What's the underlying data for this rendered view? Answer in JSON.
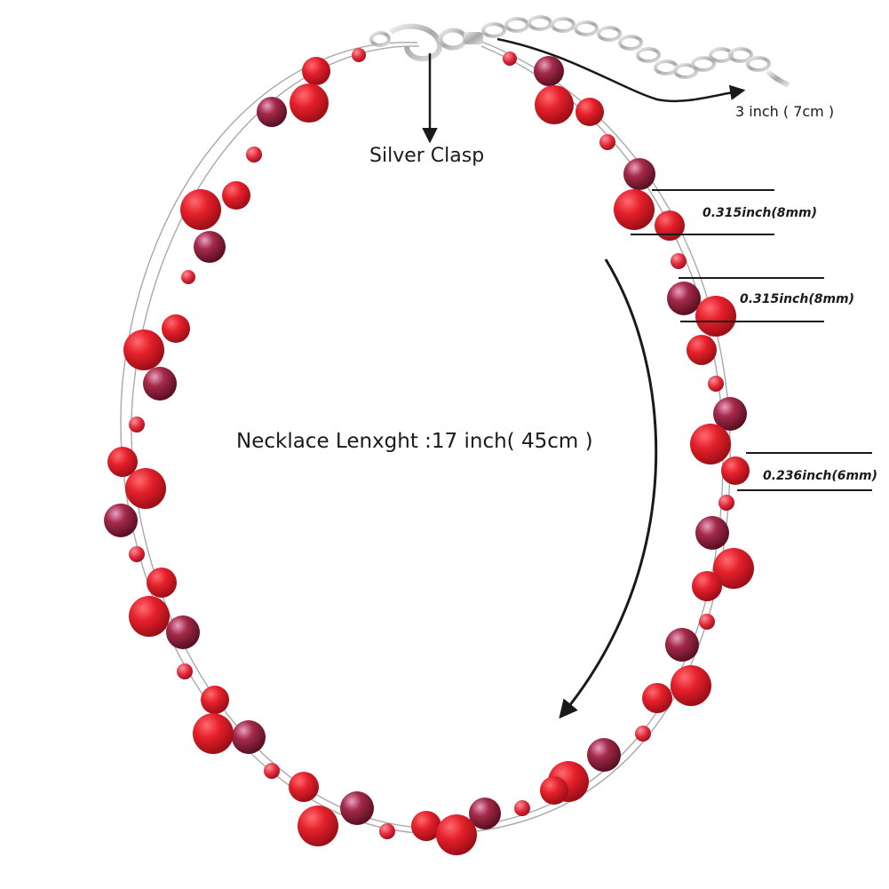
{
  "labels": {
    "clasp": "Silver Clasp",
    "extender": "3 inch ( 7cm )",
    "length": "Necklace Lenxght :17 inch( 45cm )",
    "bead_size_1": "0.315inch(8mm)",
    "bead_size_2": "0.315inch(8mm)",
    "bead_size_3": "0.236inch(6mm)"
  },
  "colors": {
    "background": "#ffffff",
    "red_bead": "#e4202b",
    "red_bead_dark": "#9e0f17",
    "crystal_bead": "#8e1f3a",
    "small_crystal": "#e0283a",
    "wire": "#a9a9a9",
    "metal": "#c8c8c8",
    "line": "#1a1a1a"
  }
}
